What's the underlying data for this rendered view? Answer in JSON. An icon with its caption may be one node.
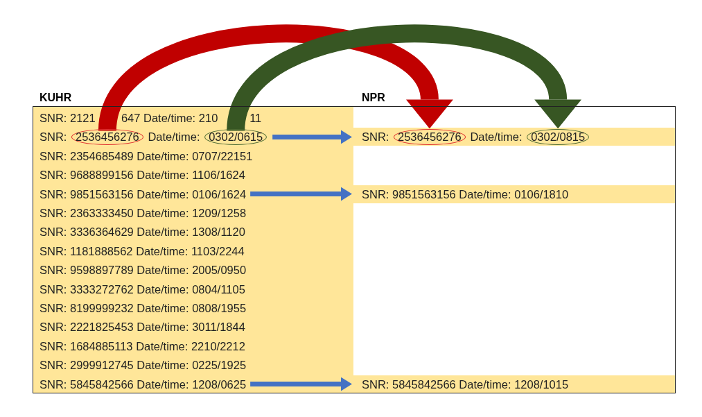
{
  "diagram": {
    "nodes": [
      {
        "text": [
          "KUHR"
        ]
      },
      {
        "text": [
          "SNR: 2121",
          "647 Date/time: 210",
          "11"
        ],
        "in": 0
      },
      {
        "text": [
          "SNR:",
          "Date/time:"
        ],
        "in": 0
      },
      {
        "text": [
          "2536456276"
        ],
        "in": 2
      },
      {
        "text": [
          "0302/0615"
        ],
        "in": 2
      },
      {
        "text": [
          "SNR: 2354685489 Date/time: 0707/22151"
        ],
        "in": 0
      },
      {
        "text": [
          "SNR: 9688899156 Date/time: 1106/1624"
        ],
        "in": 0
      },
      {
        "text": [
          "SNR: 9851563156 Date/time: 0106/1624"
        ],
        "in": 0
      },
      {
        "text": [
          "SNR: 2363333450 Date/time: 1209/1258"
        ],
        "in": 0
      },
      {
        "text": [
          "SNR: 3336364629 Date/time: 1308/1120"
        ],
        "in": 0
      },
      {
        "text": [
          "SNR: 1181888562 Date/time: 1103/2244"
        ],
        "in": 0
      },
      {
        "text": [
          "SNR: 9598897789 Date/time: 2005/0950"
        ],
        "in": 0
      },
      {
        "text": [
          "SNR: 3333272762 Date/time: 0804/1105"
        ],
        "in": 0
      },
      {
        "text": [
          "SNR: 8199999232 Date/time: 0808/1955"
        ],
        "in": 0
      },
      {
        "text": [
          "SNR: 2221825453 Date/time: 3011/1844"
        ],
        "in": 0
      },
      {
        "text": [
          "SNR: 1684885113 Date/time: 2210/2212"
        ],
        "in": 0
      },
      {
        "text": [
          "SNR: 2999912745 Date/time: 0225/1925"
        ],
        "in": 0
      },
      {
        "text": [
          "SNR: 5845842566 Date/time: 1208/0625"
        ],
        "in": 0
      },
      {
        "text": [
          "NPR"
        ]
      },
      {
        "text": [
          "SNR:",
          "Date/time:"
        ],
        "in": 18
      },
      {
        "text": [
          "2536456276"
        ],
        "in": 19
      },
      {
        "text": [
          "0302/0815"
        ],
        "in": 19
      },
      {
        "text": [
          "SNR: 9851563156 Date/time: 0106/1810"
        ],
        "in": 18
      },
      {
        "text": [
          "SNR: 5845842566 Date/time: 1208/1015"
        ],
        "in": 18
      }
    ],
    "edges": [
      {
        "from": 3,
        "to": 20,
        "arrow": "to",
        "style": "thick",
        "color": "#c00000"
      },
      {
        "from": 4,
        "to": 21,
        "arrow": "to",
        "style": "thick",
        "color": "#375623"
      },
      {
        "from": 2,
        "to": 19,
        "arrow": "to"
      },
      {
        "from": 7,
        "to": 22,
        "arrow": "to"
      },
      {
        "from": 17,
        "to": 23,
        "arrow": "to"
      }
    ]
  }
}
